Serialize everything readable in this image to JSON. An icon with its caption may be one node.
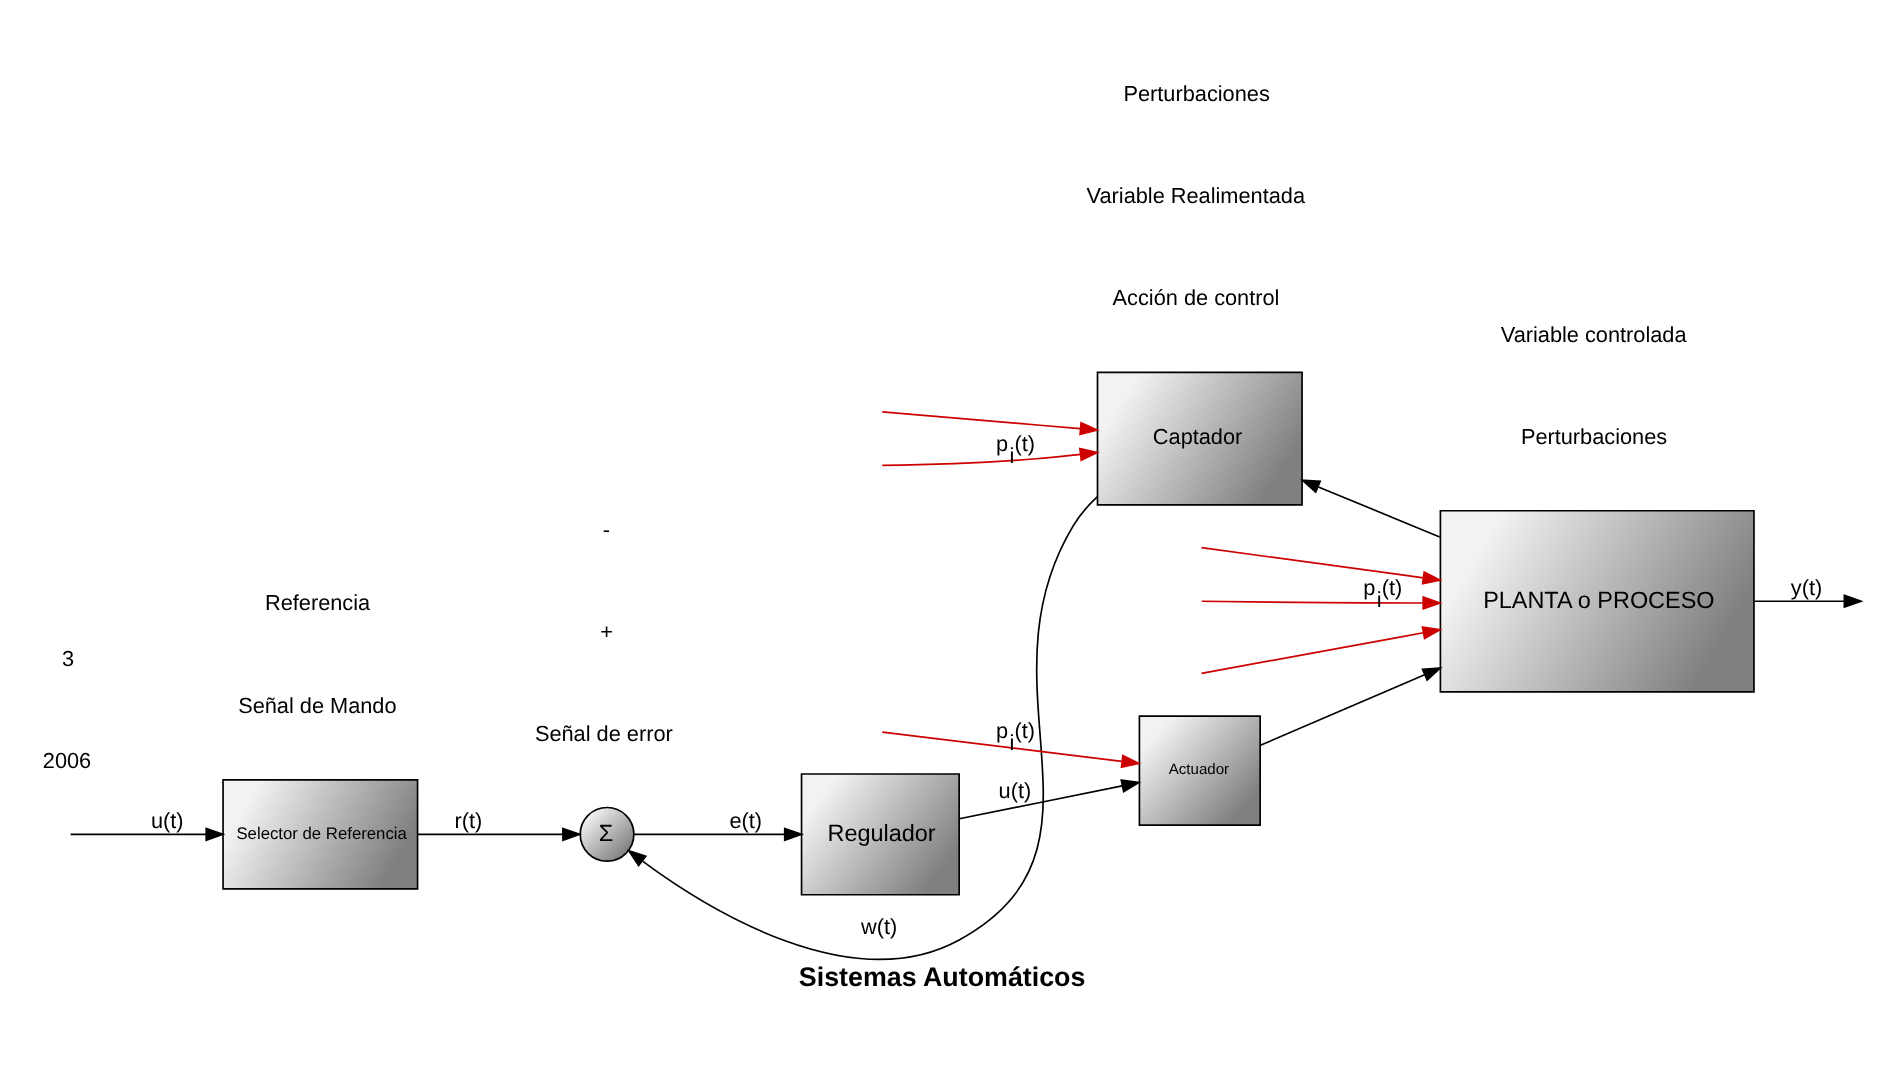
{
  "diagram": {
    "caption": "Sistemas Automáticos",
    "nodes": [
      {
        "text": [
          "Selector de Referencia"
        ]
      },
      {
        "text": [
          "Σ"
        ]
      },
      {
        "text": [
          "Regulador"
        ]
      },
      {
        "text": [
          "Actuador"
        ]
      },
      {
        "text": [
          "PLANTA o PROCESO"
        ]
      },
      {
        "text": [
          "Captador"
        ]
      }
    ],
    "edges": [
      {
        "from": null,
        "to": 0,
        "arrow": "to",
        "label": "u(t)"
      },
      {
        "from": 0,
        "to": 1,
        "arrow": "to",
        "label": "r(t)"
      },
      {
        "from": 1,
        "to": 2,
        "arrow": "to",
        "label": "e(t)"
      },
      {
        "from": 2,
        "to": 3,
        "arrow": "to",
        "label": "u(t)"
      },
      {
        "from": null,
        "to": 3,
        "arrow": "to",
        "label": "p$_{i}$(t)",
        "color": "#cc0000"
      },
      {
        "from": 3,
        "to": 4,
        "arrow": "to"
      },
      {
        "from": null,
        "to": 4,
        "arrow": "to",
        "color": "#cc0000"
      },
      {
        "from": null,
        "to": 4,
        "arrow": "to",
        "label": "p$_{i}$(t)",
        "color": "#cc0000"
      },
      {
        "from": null,
        "to": 4,
        "arrow": "to",
        "color": "#cc0000"
      },
      {
        "from": 4,
        "to": null,
        "arrow": "to",
        "label": "y(t)"
      },
      {
        "from": 4,
        "to": 5,
        "arrow": "to"
      },
      {
        "from": 5,
        "to": 1,
        "arrow": "to",
        "label": "w(t)"
      },
      {
        "from": null,
        "to": 5,
        "arrow": "to",
        "color": "#cc0000"
      },
      {
        "from": null,
        "to": 5,
        "arrow": "to",
        "label": "p$_{i}$(t)",
        "color": "#cc0000"
      }
    ],
    "labels": [
      "Perturbaciones",
      "Señal de Mando",
      "Referencia",
      "Señal de error",
      "Acción de control",
      "Variable controlada",
      "+",
      "-",
      "Variable Realimentada",
      "Perturbaciones",
      "2006",
      "3"
    ]
  }
}
